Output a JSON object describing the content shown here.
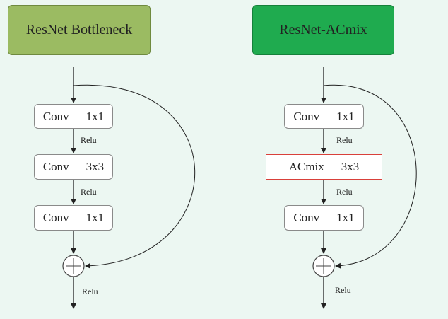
{
  "left": {
    "title": "ResNet Bottleneck",
    "color": "#9bbb62",
    "layers": [
      {
        "op": "Conv",
        "kernel": "1x1"
      },
      {
        "op": "Conv",
        "kernel": "3x3"
      },
      {
        "op": "Conv",
        "kernel": "1x1"
      }
    ],
    "activations": [
      "Relu",
      "Relu",
      "Relu"
    ]
  },
  "right": {
    "title": "ResNet-ACmix",
    "color": "#1fab4f",
    "layers": [
      {
        "op": "Conv",
        "kernel": "1x1"
      },
      {
        "op": "ACmix",
        "kernel": "3x3",
        "highlight_color": "#d9403a"
      },
      {
        "op": "Conv",
        "kernel": "1x1"
      }
    ],
    "activations": [
      "Relu",
      "Relu",
      "Relu"
    ]
  },
  "adder_symbol": "plus-circle"
}
